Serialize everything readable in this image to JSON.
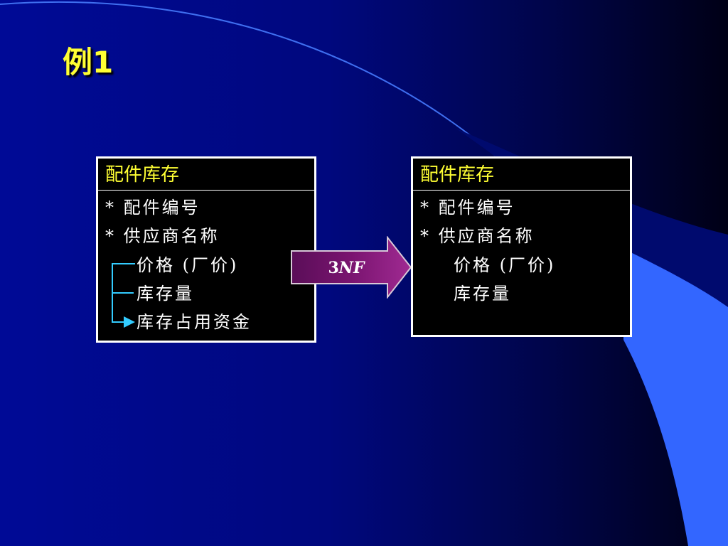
{
  "slide": {
    "title": "例1",
    "colors": {
      "title": "#ffff33",
      "box_header": "#ffff33",
      "arrow": "#7a1470",
      "fd_connector": "#33ccff"
    }
  },
  "left_table": {
    "name": "配件库存",
    "key_attributes": [
      "* 配件编号",
      "* 供应商名称"
    ],
    "dependent_attributes": [
      "价格 (厂价)",
      "库存量",
      "库存占用资金"
    ]
  },
  "transform": {
    "label_number": "3",
    "label_form": "NF",
    "icon": "right-arrow-icon"
  },
  "right_table": {
    "name": "配件库存",
    "key_attributes": [
      "* 配件编号",
      "* 供应商名称"
    ],
    "dependent_attributes": [
      "价格 (厂价)",
      "库存量"
    ]
  }
}
